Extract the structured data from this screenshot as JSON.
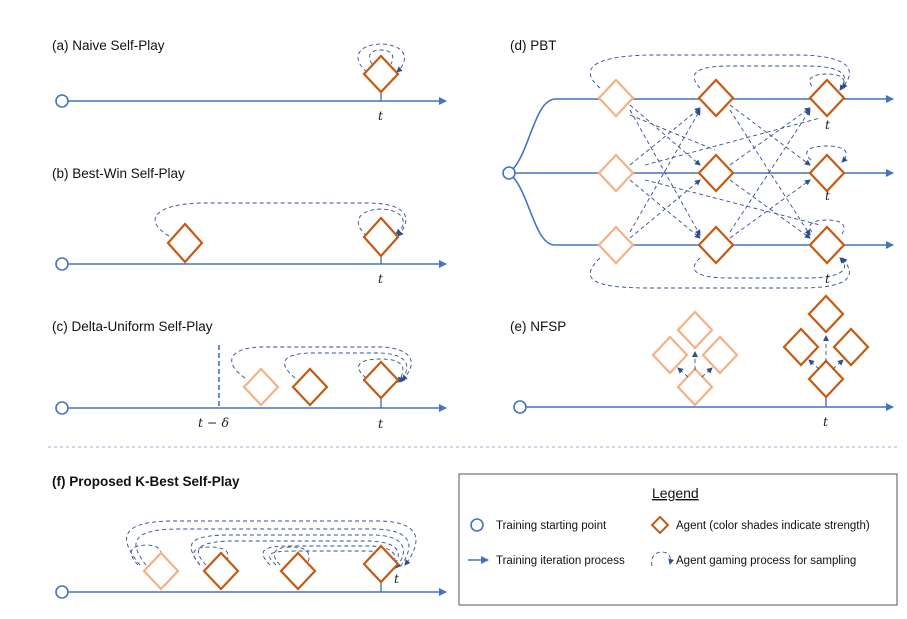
{
  "panels": {
    "a": {
      "title": "(a) Naive Self-Play",
      "t": "t"
    },
    "b": {
      "title": "(b) Best-Win Self-Play",
      "t": "t"
    },
    "c": {
      "title": "(c) Delta-Uniform Self-Play",
      "t_delta": "t − δ",
      "t": "t"
    },
    "d": {
      "title": "(d) PBT",
      "t_top": "t",
      "t_mid": "t",
      "t_bot": "t"
    },
    "e": {
      "title": "(e) NFSP",
      "t": "t"
    },
    "f": {
      "title": "(f) Proposed K-Best Self-Play",
      "t": "t"
    }
  },
  "legend": {
    "title": "Legend",
    "start_point": "Training starting point",
    "agent": "Agent (color shades indicate strength)",
    "iteration": "Training iteration process",
    "gaming": "Agent gaming process for sampling"
  },
  "colors": {
    "axis": "#4472c4",
    "agent_strong": "#c55a11",
    "agent_medium": "#e07b39",
    "agent_weak": "#f4b183",
    "gaming_arrow": "#2f4f8f"
  }
}
